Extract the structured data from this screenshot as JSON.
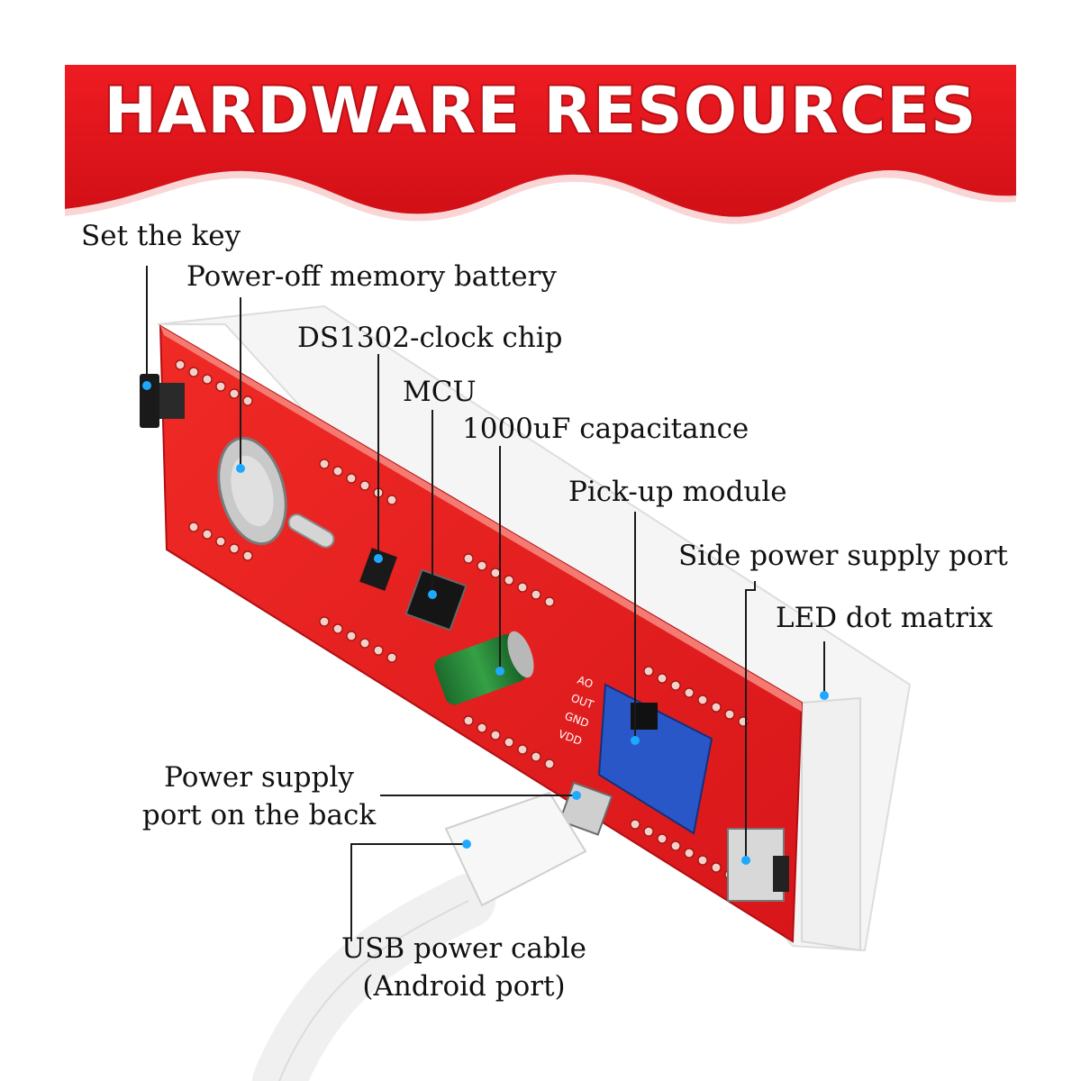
{
  "banner": {
    "title": "HARDWARE RESOURCES",
    "color": "#e3151c"
  },
  "board": {
    "color": "#e8231f"
  },
  "labels": {
    "set_key": "Set the key",
    "battery": "Power-off memory battery",
    "clock_chip": "DS1302-clock chip",
    "mcu": "MCU",
    "capacitance": "1000uF capacitance",
    "pickup": "Pick-up module",
    "side_power": "Side power supply port",
    "led_matrix": "LED dot matrix",
    "back_power_1": "Power supply",
    "back_power_2": "port on the back",
    "usb_1": "USB power cable",
    "usb_2": "(Android port)"
  },
  "pin_labels": [
    "AO",
    "OUT",
    "GND",
    "VDD"
  ]
}
